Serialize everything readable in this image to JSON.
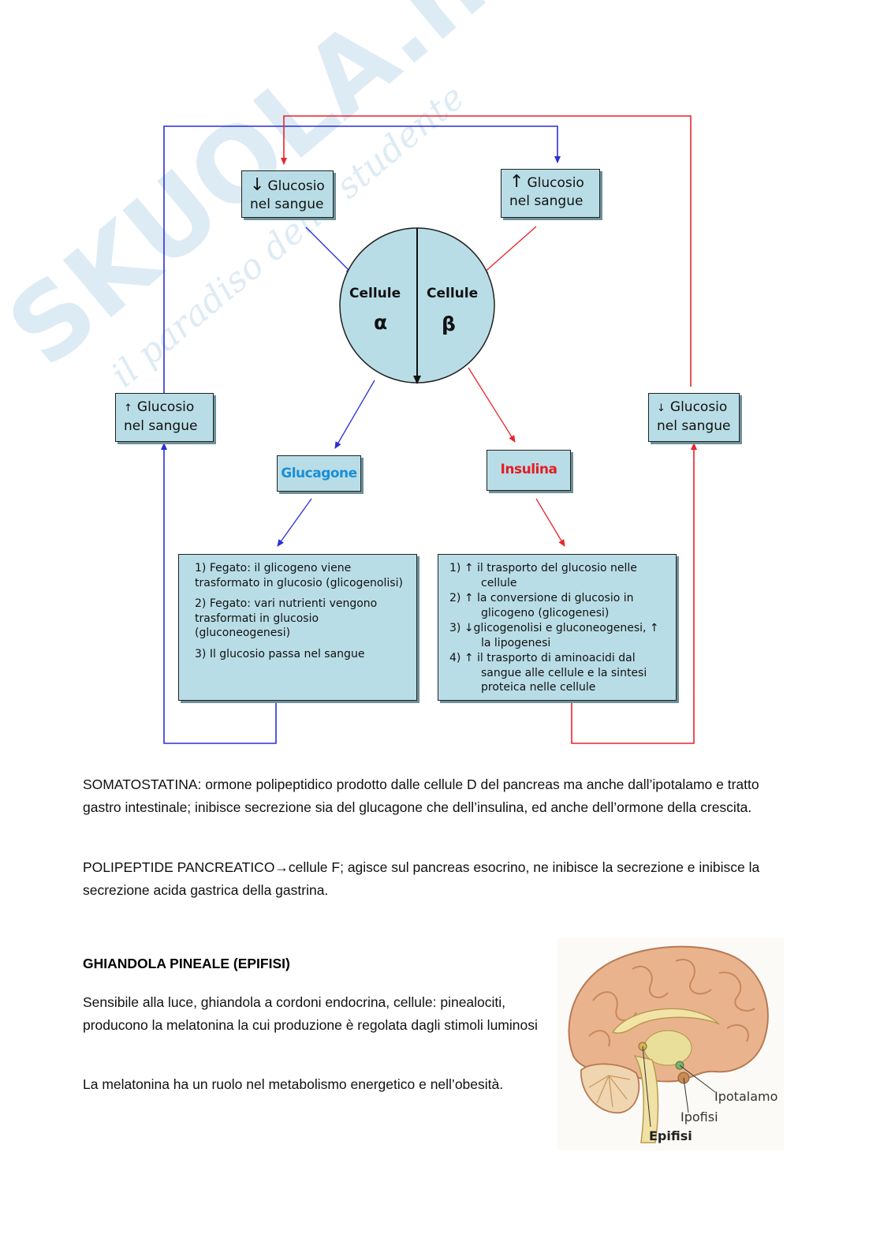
{
  "watermark": {
    "brand": "SKUOLA.net",
    "tagline": "il paradiso dello studente"
  },
  "diagram": {
    "top_left_box": {
      "arrow": "↓",
      "line1": "Glucosio",
      "line2": "nel sangue"
    },
    "top_right_box": {
      "arrow": "↑",
      "line1": "Glucosio",
      "line2": "nel sangue"
    },
    "side_left_box": {
      "arrow": "↑",
      "line1": "Glucosio",
      "line2": "nel sangue"
    },
    "side_right_box": {
      "arrow": "↓",
      "line1": "Glucosio",
      "line2": "nel sangue"
    },
    "circle": {
      "left_label": "Cellule",
      "left_symbol": "α",
      "right_label": "Cellule",
      "right_symbol": "β"
    },
    "glucagone_label": "Glucagone",
    "insulina_label": "Insulina",
    "glucagone_effects": [
      "1) Fegato: il glicogeno viene trasformato in glucosio (glicogenolisi)",
      "2) Fegato: vari nutrienti vengono trasformati in glucosio (gluconeogenesi)",
      "3) Il glucosio passa nel sangue"
    ],
    "insulina_effects": [
      "1) ↑ il trasporto del glucosio nelle cellule",
      "2) ↑ la conversione di glucosio in glicogeno (glicogenesi)",
      "3) ↓glicogenolisi e gluconeogenesi, ↑ la lipogenesi",
      "4) ↑ il trasporto di aminoacidi dal sangue alle cellule e la sintesi proteica nelle cellule"
    ],
    "colors": {
      "blue": "#2a2fd6",
      "red": "#e8242b",
      "box_fill": "#b9dde6",
      "circle_fill": "#b9dde6"
    }
  },
  "text": {
    "somatostatina": "SOMATOSTATINA: ormone polipeptidico prodotto dalle cellule D del pancreas ma anche dall’ipotalamo e tratto gastro intestinale; inibisce secrezione sia del glucagone che dell’insulina, ed anche dell’ormone della crescita.",
    "polipeptide": "POLIPEPTIDE PANCREATICO→cellule F; agisce sul pancreas esocrino, ne inibisce la secrezione e inibisce la secrezione acida gastrica della gastrina.",
    "heading": "GHIANDOLA PINEALE (EPIFISI)",
    "pineale_p1": "Sensibile alla luce, ghiandola a cordoni endocrina, cellule: pinealociti, producono la melatonina la cui produzione è regolata dagli stimoli luminosi",
    "pineale_p2": "La melatonina ha un ruolo nel metabolismo energetico e nell’obesità."
  },
  "brain_figure": {
    "labels": {
      "ipotalamo": "Ipotalamo",
      "ipofisi": "Ipofisi",
      "epifisi": "Epifisi"
    }
  }
}
